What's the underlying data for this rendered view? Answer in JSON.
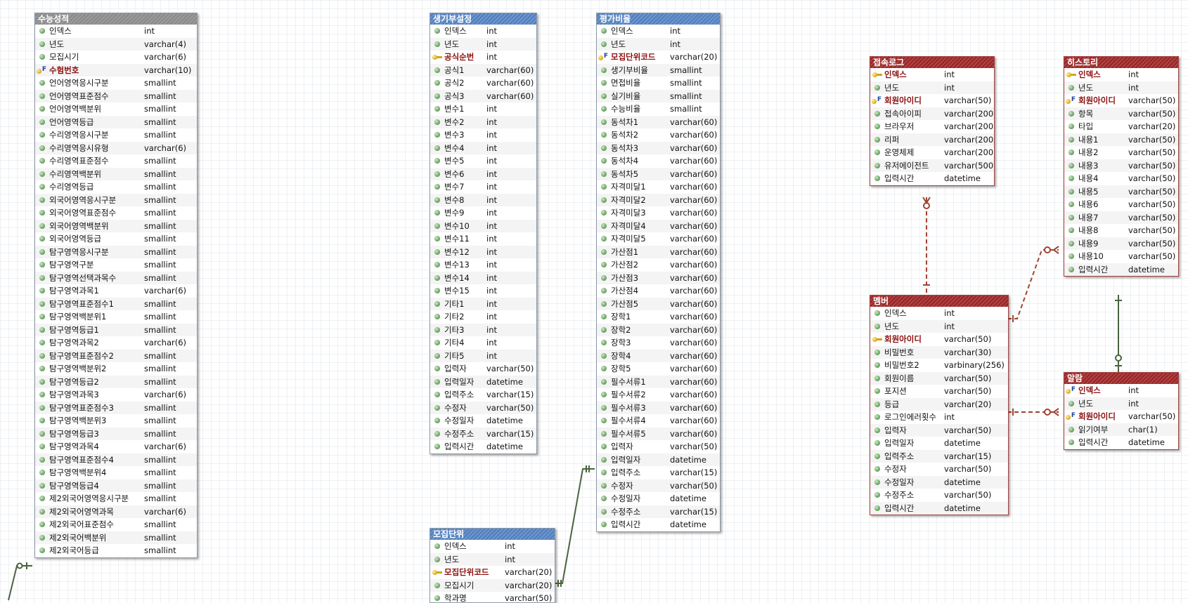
{
  "tables": [
    {
      "id": "suneung",
      "name": "수능성적",
      "style": "gray",
      "columns": [
        {
          "name": "인덱스",
          "type": "int",
          "key": ""
        },
        {
          "name": "년도",
          "type": "varchar(4)",
          "key": ""
        },
        {
          "name": "모집시기",
          "type": "varchar(6)",
          "key": ""
        },
        {
          "name": "수험번호",
          "type": "varchar(10)",
          "key": "pkfk"
        },
        {
          "name": "언어영역응시구분",
          "type": "smallint",
          "key": ""
        },
        {
          "name": "언어영역표준점수",
          "type": "smallint",
          "key": ""
        },
        {
          "name": "언어영역백분위",
          "type": "smallint",
          "key": ""
        },
        {
          "name": "언어영역등급",
          "type": "smallint",
          "key": ""
        },
        {
          "name": "수리영역응시구분",
          "type": "smallint",
          "key": ""
        },
        {
          "name": "수리영역응시유형",
          "type": "varchar(6)",
          "key": ""
        },
        {
          "name": "수리영역표준점수",
          "type": "smallint",
          "key": ""
        },
        {
          "name": "수리영역백분위",
          "type": "smallint",
          "key": ""
        },
        {
          "name": "수리영역등급",
          "type": "smallint",
          "key": ""
        },
        {
          "name": "외국어영역응시구분",
          "type": "smallint",
          "key": ""
        },
        {
          "name": "외국어영역표준점수",
          "type": "smallint",
          "key": ""
        },
        {
          "name": "외국어영역백분위",
          "type": "smallint",
          "key": ""
        },
        {
          "name": "외국어영역등급",
          "type": "smallint",
          "key": ""
        },
        {
          "name": "탐구영역응시구분",
          "type": "smallint",
          "key": ""
        },
        {
          "name": "탐구영역구분",
          "type": "smallint",
          "key": ""
        },
        {
          "name": "탐구영역선택과목수",
          "type": "smallint",
          "key": ""
        },
        {
          "name": "탐구영역과목1",
          "type": "varchar(6)",
          "key": ""
        },
        {
          "name": "탐구영역표준점수1",
          "type": "smallint",
          "key": ""
        },
        {
          "name": "탐구영역백분위1",
          "type": "smallint",
          "key": ""
        },
        {
          "name": "탐구영역등급1",
          "type": "smallint",
          "key": ""
        },
        {
          "name": "탐구영역과목2",
          "type": "varchar(6)",
          "key": ""
        },
        {
          "name": "탐구영역표준점수2",
          "type": "smallint",
          "key": ""
        },
        {
          "name": "탐구영역백분위2",
          "type": "smallint",
          "key": ""
        },
        {
          "name": "탐구영역등급2",
          "type": "smallint",
          "key": ""
        },
        {
          "name": "탐구영역과목3",
          "type": "varchar(6)",
          "key": ""
        },
        {
          "name": "탐구영역표준점수3",
          "type": "smallint",
          "key": ""
        },
        {
          "name": "탐구영역백분위3",
          "type": "smallint",
          "key": ""
        },
        {
          "name": "탐구영역등급3",
          "type": "smallint",
          "key": ""
        },
        {
          "name": "탐구영역과목4",
          "type": "varchar(6)",
          "key": ""
        },
        {
          "name": "탐구영역표준점수4",
          "type": "smallint",
          "key": ""
        },
        {
          "name": "탐구영역백분위4",
          "type": "smallint",
          "key": ""
        },
        {
          "name": "탐구영역등급4",
          "type": "smallint",
          "key": ""
        },
        {
          "name": "제2외국어영역응시구분",
          "type": "smallint",
          "key": ""
        },
        {
          "name": "제2외국어영역과목",
          "type": "varchar(6)",
          "key": ""
        },
        {
          "name": "제2외국어표준점수",
          "type": "smallint",
          "key": ""
        },
        {
          "name": "제2외국어백분위",
          "type": "smallint",
          "key": ""
        },
        {
          "name": "제2외국어등급",
          "type": "smallint",
          "key": ""
        }
      ]
    },
    {
      "id": "saenggi",
      "name": "생기부설정",
      "style": "blue",
      "columns": [
        {
          "name": "인덱스",
          "type": "int",
          "key": ""
        },
        {
          "name": "년도",
          "type": "int",
          "key": ""
        },
        {
          "name": "공식순번",
          "type": "int",
          "key": "pk"
        },
        {
          "name": "공식1",
          "type": "varchar(60)",
          "key": ""
        },
        {
          "name": "공식2",
          "type": "varchar(60)",
          "key": ""
        },
        {
          "name": "공식3",
          "type": "varchar(60)",
          "key": ""
        },
        {
          "name": "변수1",
          "type": "int",
          "key": ""
        },
        {
          "name": "변수2",
          "type": "int",
          "key": ""
        },
        {
          "name": "변수3",
          "type": "int",
          "key": ""
        },
        {
          "name": "변수4",
          "type": "int",
          "key": ""
        },
        {
          "name": "변수5",
          "type": "int",
          "key": ""
        },
        {
          "name": "변수6",
          "type": "int",
          "key": ""
        },
        {
          "name": "변수7",
          "type": "int",
          "key": ""
        },
        {
          "name": "변수8",
          "type": "int",
          "key": ""
        },
        {
          "name": "변수9",
          "type": "int",
          "key": ""
        },
        {
          "name": "변수10",
          "type": "int",
          "key": ""
        },
        {
          "name": "변수11",
          "type": "int",
          "key": ""
        },
        {
          "name": "변수12",
          "type": "int",
          "key": ""
        },
        {
          "name": "변수13",
          "type": "int",
          "key": ""
        },
        {
          "name": "변수14",
          "type": "int",
          "key": ""
        },
        {
          "name": "변수15",
          "type": "int",
          "key": ""
        },
        {
          "name": "기타1",
          "type": "int",
          "key": ""
        },
        {
          "name": "기타2",
          "type": "int",
          "key": ""
        },
        {
          "name": "기타3",
          "type": "int",
          "key": ""
        },
        {
          "name": "기타4",
          "type": "int",
          "key": ""
        },
        {
          "name": "기타5",
          "type": "int",
          "key": ""
        },
        {
          "name": "입력자",
          "type": "varchar(50)",
          "key": ""
        },
        {
          "name": "입력일자",
          "type": "datetime",
          "key": ""
        },
        {
          "name": "입력주소",
          "type": "varchar(15)",
          "key": ""
        },
        {
          "name": "수정자",
          "type": "varchar(50)",
          "key": ""
        },
        {
          "name": "수정일자",
          "type": "datetime",
          "key": ""
        },
        {
          "name": "수정주소",
          "type": "varchar(15)",
          "key": ""
        },
        {
          "name": "입력시간",
          "type": "datetime",
          "key": ""
        }
      ]
    },
    {
      "id": "mojip",
      "name": "모집단위",
      "style": "blue",
      "columns": [
        {
          "name": "인덱스",
          "type": "int",
          "key": ""
        },
        {
          "name": "년도",
          "type": "int",
          "key": ""
        },
        {
          "name": "모집단위코드",
          "type": "varchar(20)",
          "key": "pk"
        },
        {
          "name": "모집시기",
          "type": "varchar(20)",
          "key": ""
        },
        {
          "name": "학과명",
          "type": "varchar(50)",
          "key": ""
        }
      ]
    },
    {
      "id": "pyeongga",
      "name": "평가비율",
      "style": "blue",
      "columns": [
        {
          "name": "인덱스",
          "type": "int",
          "key": ""
        },
        {
          "name": "년도",
          "type": "int",
          "key": ""
        },
        {
          "name": "모집단위코드",
          "type": "varchar(20)",
          "key": "pkfk"
        },
        {
          "name": "생기부비율",
          "type": "smallint",
          "key": ""
        },
        {
          "name": "면접비율",
          "type": "smallint",
          "key": ""
        },
        {
          "name": "실기비율",
          "type": "smallint",
          "key": ""
        },
        {
          "name": "수능비율",
          "type": "smallint",
          "key": ""
        },
        {
          "name": "동석차1",
          "type": "varchar(60)",
          "key": ""
        },
        {
          "name": "동석차2",
          "type": "varchar(60)",
          "key": ""
        },
        {
          "name": "동석차3",
          "type": "varchar(60)",
          "key": ""
        },
        {
          "name": "동석차4",
          "type": "varchar(60)",
          "key": ""
        },
        {
          "name": "동석차5",
          "type": "varchar(60)",
          "key": ""
        },
        {
          "name": "자격미달1",
          "type": "varchar(60)",
          "key": ""
        },
        {
          "name": "자격미달2",
          "type": "varchar(60)",
          "key": ""
        },
        {
          "name": "자격미달3",
          "type": "varchar(60)",
          "key": ""
        },
        {
          "name": "자격미달4",
          "type": "varchar(60)",
          "key": ""
        },
        {
          "name": "자격미달5",
          "type": "varchar(60)",
          "key": ""
        },
        {
          "name": "가산점1",
          "type": "varchar(60)",
          "key": ""
        },
        {
          "name": "가산점2",
          "type": "varchar(60)",
          "key": ""
        },
        {
          "name": "가산점3",
          "type": "varchar(60)",
          "key": ""
        },
        {
          "name": "가산점4",
          "type": "varchar(60)",
          "key": ""
        },
        {
          "name": "가산점5",
          "type": "varchar(60)",
          "key": ""
        },
        {
          "name": "장학1",
          "type": "varchar(60)",
          "key": ""
        },
        {
          "name": "장학2",
          "type": "varchar(60)",
          "key": ""
        },
        {
          "name": "장학3",
          "type": "varchar(60)",
          "key": ""
        },
        {
          "name": "장학4",
          "type": "varchar(60)",
          "key": ""
        },
        {
          "name": "장학5",
          "type": "varchar(60)",
          "key": ""
        },
        {
          "name": "필수서류1",
          "type": "varchar(60)",
          "key": ""
        },
        {
          "name": "필수서류2",
          "type": "varchar(60)",
          "key": ""
        },
        {
          "name": "필수서류3",
          "type": "varchar(60)",
          "key": ""
        },
        {
          "name": "필수서류4",
          "type": "varchar(60)",
          "key": ""
        },
        {
          "name": "필수서류5",
          "type": "varchar(60)",
          "key": ""
        },
        {
          "name": "입력자",
          "type": "varchar(50)",
          "key": ""
        },
        {
          "name": "입력일자",
          "type": "datetime",
          "key": ""
        },
        {
          "name": "입력주소",
          "type": "varchar(15)",
          "key": ""
        },
        {
          "name": "수정자",
          "type": "varchar(50)",
          "key": ""
        },
        {
          "name": "수정일자",
          "type": "datetime",
          "key": ""
        },
        {
          "name": "수정주소",
          "type": "varchar(15)",
          "key": ""
        },
        {
          "name": "입력시간",
          "type": "datetime",
          "key": ""
        }
      ]
    },
    {
      "id": "jeopsok",
      "name": "접속로그",
      "style": "red",
      "columns": [
        {
          "name": "인덱스",
          "type": "int",
          "key": "pk"
        },
        {
          "name": "년도",
          "type": "int",
          "key": ""
        },
        {
          "name": "회원아이디",
          "type": "varchar(50)",
          "key": "fk"
        },
        {
          "name": "접속아이피",
          "type": "varchar(200)",
          "key": ""
        },
        {
          "name": "브라우저",
          "type": "varchar(200)",
          "key": ""
        },
        {
          "name": "리퍼",
          "type": "varchar(200)",
          "key": ""
        },
        {
          "name": "운영체제",
          "type": "varchar(200)",
          "key": ""
        },
        {
          "name": "유저에이전트",
          "type": "varchar(500)",
          "key": ""
        },
        {
          "name": "입력시간",
          "type": "datetime",
          "key": ""
        }
      ]
    },
    {
      "id": "member",
      "name": "멤버",
      "style": "red",
      "columns": [
        {
          "name": "인덱스",
          "type": "int",
          "key": ""
        },
        {
          "name": "년도",
          "type": "int",
          "key": ""
        },
        {
          "name": "회원아이디",
          "type": "varchar(50)",
          "key": "pk"
        },
        {
          "name": "비밀번호",
          "type": "varchar(30)",
          "key": ""
        },
        {
          "name": "비밀번호2",
          "type": "varbinary(256)",
          "key": ""
        },
        {
          "name": "회원이름",
          "type": "varchar(50)",
          "key": ""
        },
        {
          "name": "포지션",
          "type": "varchar(50)",
          "key": ""
        },
        {
          "name": "등급",
          "type": "varchar(20)",
          "key": ""
        },
        {
          "name": "로그인에러횟수",
          "type": "int",
          "key": ""
        },
        {
          "name": "입력자",
          "type": "varchar(50)",
          "key": ""
        },
        {
          "name": "입력일자",
          "type": "datetime",
          "key": ""
        },
        {
          "name": "입력주소",
          "type": "varchar(15)",
          "key": ""
        },
        {
          "name": "수정자",
          "type": "varchar(50)",
          "key": ""
        },
        {
          "name": "수정일자",
          "type": "datetime",
          "key": ""
        },
        {
          "name": "수정주소",
          "type": "varchar(50)",
          "key": ""
        },
        {
          "name": "입력시간",
          "type": "datetime",
          "key": ""
        }
      ]
    },
    {
      "id": "history",
      "name": "히스토리",
      "style": "red",
      "columns": [
        {
          "name": "인덱스",
          "type": "int",
          "key": "pk"
        },
        {
          "name": "년도",
          "type": "int",
          "key": ""
        },
        {
          "name": "회원아이디",
          "type": "varchar(50)",
          "key": "fk"
        },
        {
          "name": "항목",
          "type": "varchar(50)",
          "key": ""
        },
        {
          "name": "타입",
          "type": "varchar(20)",
          "key": ""
        },
        {
          "name": "내용1",
          "type": "varchar(50)",
          "key": ""
        },
        {
          "name": "내용2",
          "type": "varchar(50)",
          "key": ""
        },
        {
          "name": "내용3",
          "type": "varchar(50)",
          "key": ""
        },
        {
          "name": "내용4",
          "type": "varchar(50)",
          "key": ""
        },
        {
          "name": "내용5",
          "type": "varchar(50)",
          "key": ""
        },
        {
          "name": "내용6",
          "type": "varchar(50)",
          "key": ""
        },
        {
          "name": "내용7",
          "type": "varchar(50)",
          "key": ""
        },
        {
          "name": "내용8",
          "type": "varchar(50)",
          "key": ""
        },
        {
          "name": "내용9",
          "type": "varchar(50)",
          "key": ""
        },
        {
          "name": "내용10",
          "type": "varchar(50)",
          "key": ""
        },
        {
          "name": "입력시간",
          "type": "datetime",
          "key": ""
        }
      ]
    },
    {
      "id": "alarm",
      "name": "알람",
      "style": "red",
      "columns": [
        {
          "name": "인덱스",
          "type": "int",
          "key": "pkfk"
        },
        {
          "name": "년도",
          "type": "int",
          "key": ""
        },
        {
          "name": "회원아이디",
          "type": "varchar(50)",
          "key": "fk"
        },
        {
          "name": "읽기여부",
          "type": "char(1)",
          "key": ""
        },
        {
          "name": "입력시간",
          "type": "datetime",
          "key": ""
        }
      ]
    }
  ],
  "relationships": [
    {
      "from": "jeopsok",
      "to": "member",
      "style": "dashed",
      "color": "#a0442f"
    },
    {
      "from": "history",
      "to": "member",
      "style": "dashed",
      "color": "#a0442f"
    },
    {
      "from": "alarm",
      "to": "member",
      "style": "dashed",
      "color": "#a0442f"
    },
    {
      "from": "history",
      "to": "alarm",
      "style": "solid",
      "color": "#4a6340"
    },
    {
      "from": "mojip",
      "to": "pyeongga",
      "style": "solid",
      "color": "#4a6340"
    },
    {
      "from": "suneung",
      "to": "",
      "style": "solid",
      "color": "#4a6340"
    }
  ]
}
